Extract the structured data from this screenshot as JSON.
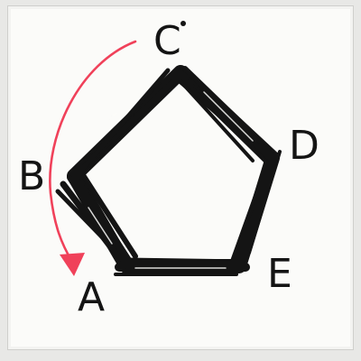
{
  "diagram": {
    "shape": "pentagon",
    "vertex_labels": {
      "A": "A",
      "B": "B",
      "C": "C",
      "D": "D",
      "E": "E"
    },
    "arrow": {
      "from": "C",
      "to": "A",
      "via": "B",
      "direction": "counter-clockwise"
    },
    "colors": {
      "stroke": "#141414",
      "arrow": "#f0415a",
      "paper": "#fbfbf9"
    }
  }
}
